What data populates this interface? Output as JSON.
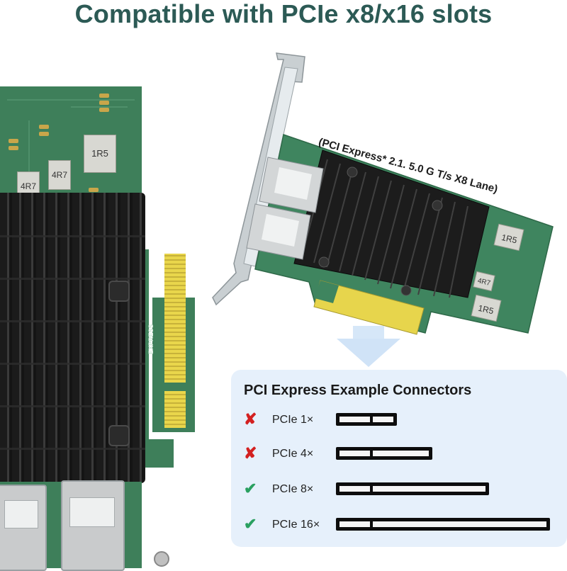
{
  "headline": "Compatible with PCIe x8/x16 slots",
  "left_board": {
    "components": [
      "1R5",
      "4R7",
      "4R7"
    ],
    "express_logo": "EXPRESS"
  },
  "right_card": {
    "caption": "(PCI Express* 2.1. 5.0 G T/s X8 Lane)",
    "components": [
      "1R5",
      "4R7",
      "1R5"
    ]
  },
  "connectors_panel": {
    "title": "PCI Express Example Connectors",
    "rows": [
      {
        "label": "PCIe 1×",
        "compatible": false,
        "mark_icon": "cross-icon"
      },
      {
        "label": "PCIe 4×",
        "compatible": false,
        "mark_icon": "cross-icon"
      },
      {
        "label": "PCIe 8×",
        "compatible": true,
        "mark_icon": "check-icon"
      },
      {
        "label": "PCIe 16×",
        "compatible": true,
        "mark_icon": "check-icon"
      }
    ],
    "colors": {
      "panel": "#e6f0fb",
      "yes": "#2aa060",
      "no": "#d32020"
    }
  }
}
